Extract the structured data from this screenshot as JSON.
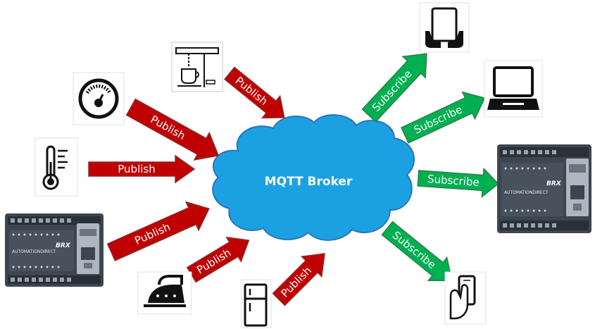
{
  "broker": {
    "label": "MQTT Broker"
  },
  "publish_arrows": [
    {
      "label": "Publish"
    },
    {
      "label": "Publish"
    },
    {
      "label": "Publish"
    },
    {
      "label": "Publish"
    },
    {
      "label": "Publish"
    },
    {
      "label": "Publish"
    }
  ],
  "subscribe_arrows": [
    {
      "label": "Subscribe"
    },
    {
      "label": "Subscribe"
    },
    {
      "label": "Subscribe"
    },
    {
      "label": "Subscribe"
    }
  ],
  "publishers": [
    {
      "icon": "coffee-machine-icon"
    },
    {
      "icon": "gauge-icon"
    },
    {
      "icon": "thermometer-icon"
    },
    {
      "icon": "plc-controller-icon"
    },
    {
      "icon": "iron-icon"
    },
    {
      "icon": "refrigerator-icon"
    }
  ],
  "subscribers": [
    {
      "icon": "tablet-icon"
    },
    {
      "icon": "laptop-icon"
    },
    {
      "icon": "plc-controller-icon"
    },
    {
      "icon": "smartphone-icon"
    }
  ],
  "plc": {
    "brand": "AUTOMATIONDIRECT",
    "model": "BRX"
  },
  "colors": {
    "publish_arrow": "#c00000",
    "subscribe_arrow": "#00b050",
    "cloud_fill": "#1ba1e2",
    "cloud_stroke": "#2e75b6"
  }
}
